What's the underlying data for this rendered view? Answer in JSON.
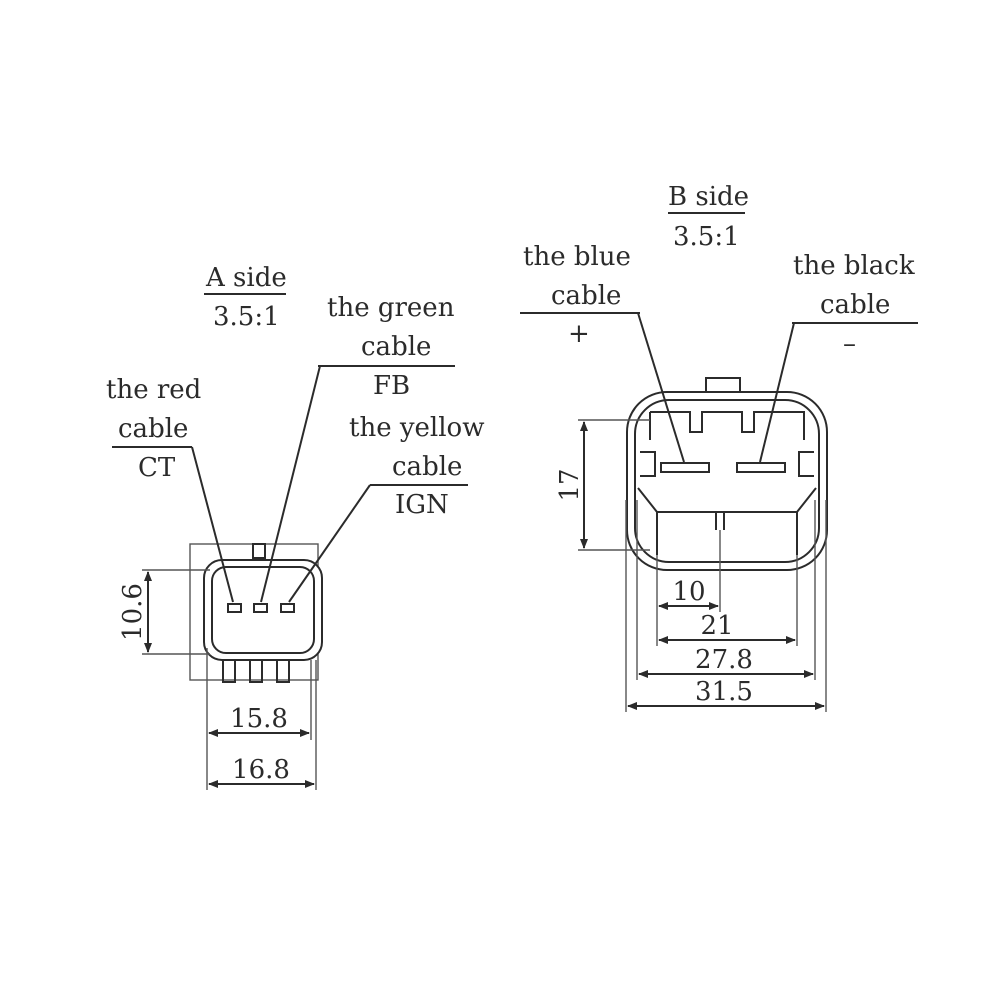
{
  "a_side": {
    "title": "A side",
    "scale": "3.5:1",
    "red": {
      "line1": "the red",
      "line2": "cable",
      "code": "CT"
    },
    "green": {
      "line1": "the green",
      "line2": "cable",
      "code": "FB"
    },
    "yellow": {
      "line1": "the yellow",
      "line2": "cable",
      "code": "IGN"
    },
    "dims": {
      "height": "10.6",
      "inner_width": "15.8",
      "outer_width": "16.8"
    }
  },
  "b_side": {
    "title": "B side",
    "scale": "3.5:1",
    "blue": {
      "line1": "the blue",
      "line2": "cable",
      "code": "+"
    },
    "black": {
      "line1": "the black",
      "line2": "cable",
      "code": "–"
    },
    "dims": {
      "height": "17",
      "w1": "10",
      "w2": "21",
      "w3": "27.8",
      "w4": "31.5"
    }
  }
}
